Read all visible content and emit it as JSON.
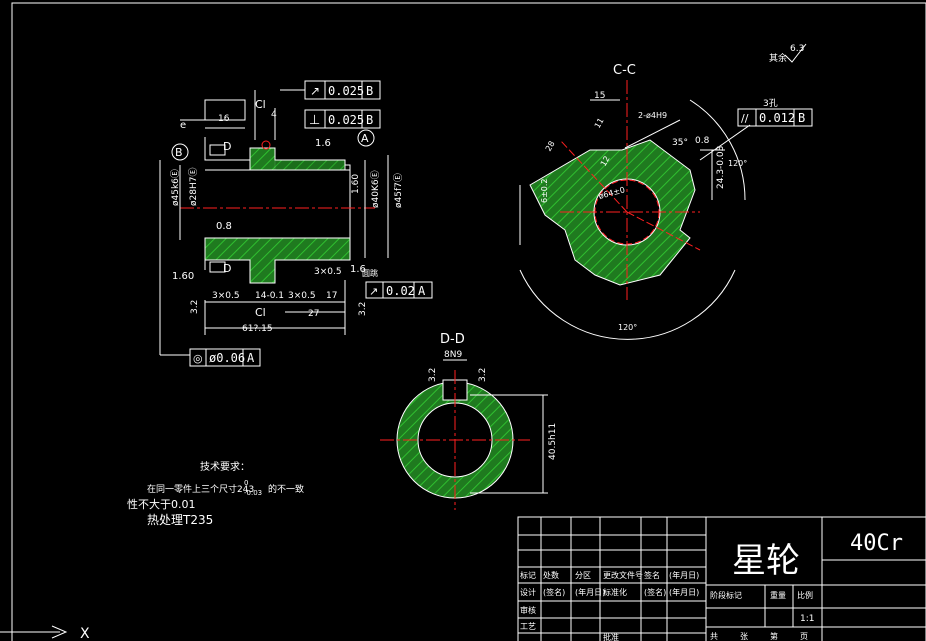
{
  "labels": {
    "roughness_other": "其余",
    "roughness_val": "6.3",
    "section_cc": "C-C",
    "section_dd": "D-D",
    "dim_15": "15",
    "dim_2_4h9": "2-ø4H9",
    "dim_35_deg": "35°",
    "dim_0_8": "0.8",
    "dim_120_top": "120°",
    "dim_120_bot": "120°",
    "dim_24_3": "24.3-0.03",
    "dim_64": "ø64±0",
    "dim_28": "28",
    "dim_6": "6±0.2",
    "dim_3holes": "3孔",
    "dim_11": "11",
    "dim_12": "12",
    "tol_cc_sym": "//",
    "tol_cc_val": "0.012",
    "tol_cc_ref": "B",
    "tol1_sym": "↗",
    "tol1_val": "0.025",
    "tol1_ref": "B",
    "tol2_sym": "⊥",
    "tol2_val": "0.025",
    "tol2_ref": "B",
    "tol3_sym": "↗",
    "tol3_val": "0.02",
    "tol3_ref": "A",
    "tol4_sym": "◎",
    "tol4_val": "ø0.06",
    "tol4_ref": "A",
    "datum_a": "A",
    "datum_b": "B",
    "dim_e": "e",
    "dim_16": "16",
    "dim_4": "4",
    "dim_c_top": "Cl",
    "dim_c_bot": "Cl",
    "dim_d_top": "D",
    "dim_d_bot": "D",
    "rough_1_6_a": "1.6",
    "rough_1_6_b": "1.60",
    "rough_1_6_c": "1.60",
    "rough_1_6_d": "1.6",
    "rough_0_8": "0.8",
    "rough_3_2_a": "3.2",
    "rough_3_2_b": "3.2",
    "rough_3_2_c": "3.2",
    "rough_3_2_d": "3.2",
    "dim_45k6": "ø45k6Ⓔ",
    "dim_28h7": "ø28H7Ⓔ",
    "dim_40k6": "ø40K6Ⓔ",
    "dim_45f7": "ø45f7Ⓔ",
    "dim_3x05_a": "3×0.5",
    "dim_14": "14-0.1",
    "dim_3x05_b": "3×0.5",
    "dim_17": "17",
    "dim_27": "27",
    "dim_61": "61?.15",
    "dim_3x05_c": "3×0.5",
    "label_round": "圆跳",
    "dim_8n9": "8N9",
    "dim_40_5": "40.5h11",
    "tech_title": "技术要求：",
    "tech_line1": "在同一零件上三个尺寸243",
    "tech_line1b": "的不一致",
    "tech_tol_top": "0",
    "tech_tol_bot": "-0.03",
    "tech_line2": "性不大于0.01",
    "tech_line3": "热处理T235",
    "title_name": "星轮",
    "title_material": "40Cr",
    "tb_mark": "标记",
    "tb_count": "处数",
    "tb_zone": "分区",
    "tb_docno": "更改文件号",
    "tb_sign": "签名",
    "tb_date": "(年月日)",
    "tb_design": "设计",
    "tb_sign2": "(签名)",
    "tb_date2": "(年月日)",
    "tb_std": "标准化",
    "tb_sign3": "(签名)",
    "tb_date3": "(年月日)",
    "tb_review": "审核",
    "tb_process": "工艺",
    "tb_approve": "批准",
    "tb_stage": "阶段标记",
    "tb_weight": "重量",
    "tb_scale": "比例",
    "tb_scale_val": "1:1",
    "tb_total": "共",
    "tb_sheet": "张",
    "tb_no": "第",
    "tb_page": "页",
    "ucs_x": "X"
  },
  "colors": {
    "line": "#ffffff",
    "center": "#ff2020",
    "hatch": "#2fbf2f",
    "hatch_fill": "#1f7a1f"
  }
}
